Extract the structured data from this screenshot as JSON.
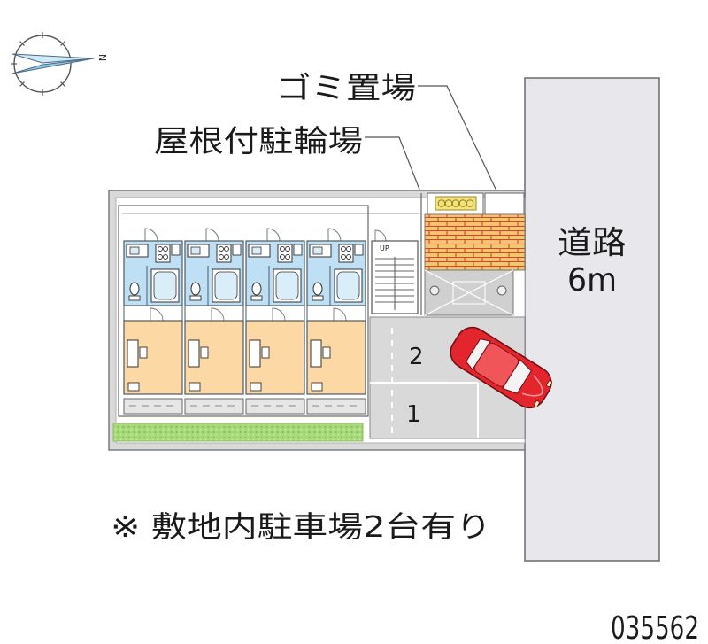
{
  "labels": {
    "garbage_area": "ゴミ置場",
    "covered_bicycle_parking": "屋根付駐輪場",
    "road": "道路",
    "road_width": "6m",
    "stairs_up": "UP",
    "parking_note": "※ 敷地内駐車場2台有り",
    "property_id": "035562"
  },
  "compass": {
    "north_label": "N"
  },
  "parking_spaces": [
    {
      "number": "2"
    },
    {
      "number": "1"
    }
  ],
  "colors": {
    "road": "#e8e8ec",
    "unit_wet_area": "#bfe0f4",
    "unit_room": "#fbd8a4",
    "hedge": "#a8d87a",
    "brick": "#f3c76b",
    "brick_mortar": "#d6433a",
    "parking": "#d9d9d9",
    "car": "#e3262e",
    "compass_arrow_light": "#cfe9f7",
    "compass_arrow_dark": "#8ec9ea"
  }
}
